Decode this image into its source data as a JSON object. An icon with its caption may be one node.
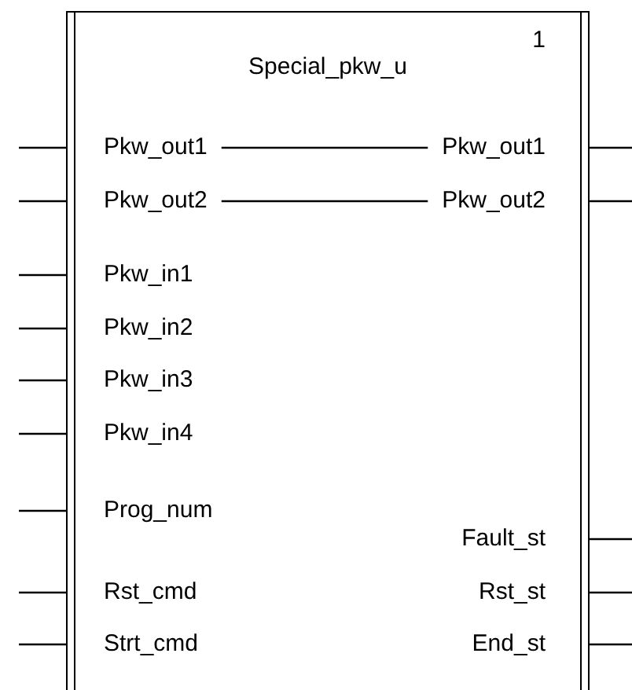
{
  "diagram": {
    "nodes": [
      {
        "text": [
          "Special_pkw_u"
        ],
        "beside": [
          "1"
        ]
      },
      {
        "text": [
          "Pkw_out1"
        ],
        "in": 0
      },
      {
        "text": [
          "Pkw_out1"
        ],
        "in": 0
      },
      {
        "text": [
          "Pkw_out2"
        ],
        "in": 0
      },
      {
        "text": [
          "Pkw_out2"
        ],
        "in": 0
      },
      {
        "text": [
          "Pkw_in1"
        ],
        "in": 0
      },
      {
        "text": [
          "Pkw_in2"
        ],
        "in": 0
      },
      {
        "text": [
          "Pkw_in3"
        ],
        "in": 0
      },
      {
        "text": [
          "Pkw_in4"
        ],
        "in": 0
      },
      {
        "text": [
          "Prog_num"
        ],
        "in": 0
      },
      {
        "text": [
          "Fault_st"
        ],
        "in": 0
      },
      {
        "text": [
          "Rst_cmd"
        ],
        "in": 0
      },
      {
        "text": [
          "Rst_st"
        ],
        "in": 0
      },
      {
        "text": [
          "Strt_cmd"
        ],
        "in": 0
      },
      {
        "text": [
          "End_st"
        ],
        "in": 0
      }
    ],
    "edges": [
      {
        "from": 1,
        "to": 2,
        "arrow": "none"
      },
      {
        "from": 3,
        "to": 4,
        "arrow": "none"
      },
      {
        "from": null,
        "to": 0,
        "arrow": "none"
      },
      {
        "from": null,
        "to": 0,
        "arrow": "none"
      },
      {
        "from": null,
        "to": 0,
        "arrow": "none"
      },
      {
        "from": null,
        "to": 0,
        "arrow": "none"
      },
      {
        "from": null,
        "to": 0,
        "arrow": "none"
      },
      {
        "from": null,
        "to": 0,
        "arrow": "none"
      },
      {
        "from": null,
        "to": 0,
        "arrow": "none"
      },
      {
        "from": null,
        "to": 0,
        "arrow": "none"
      },
      {
        "from": null,
        "to": 0,
        "arrow": "none"
      },
      {
        "from": 0,
        "to": null,
        "arrow": "none"
      },
      {
        "from": 0,
        "to": null,
        "arrow": "none"
      },
      {
        "from": 0,
        "to": null,
        "arrow": "none"
      },
      {
        "from": 0,
        "to": null,
        "arrow": "none"
      },
      {
        "from": 0,
        "to": null,
        "arrow": "none"
      }
    ]
  }
}
